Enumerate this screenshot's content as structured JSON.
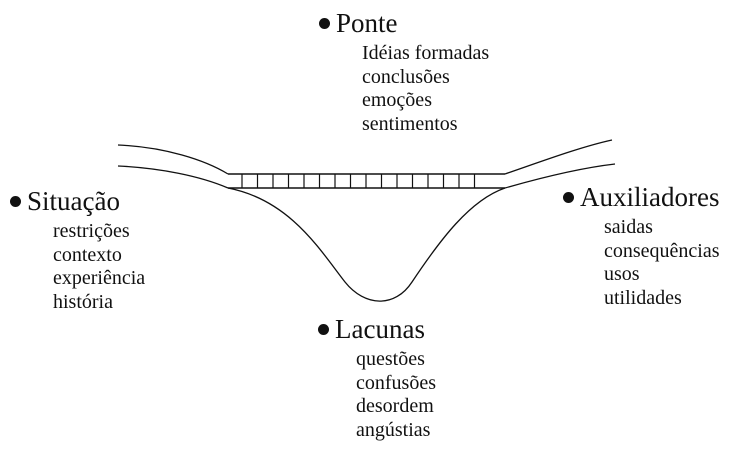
{
  "diagram": {
    "line_color": "#111111",
    "ponte": {
      "title": "Ponte",
      "items": [
        "Idéias formadas",
        "conclusões",
        "emoções",
        "sentimentos"
      ]
    },
    "situacao": {
      "title": "Situação",
      "items": [
        "restrições",
        "contexto",
        "experiência",
        "história"
      ]
    },
    "auxiliadores": {
      "title": "Auxiliadores",
      "items": [
        "saidas",
        "consequências",
        "usos",
        "utilidades"
      ]
    },
    "lacunas": {
      "title": "Lacunas",
      "items": [
        "questões",
        "confusões",
        "desordem",
        "angústias"
      ]
    }
  }
}
